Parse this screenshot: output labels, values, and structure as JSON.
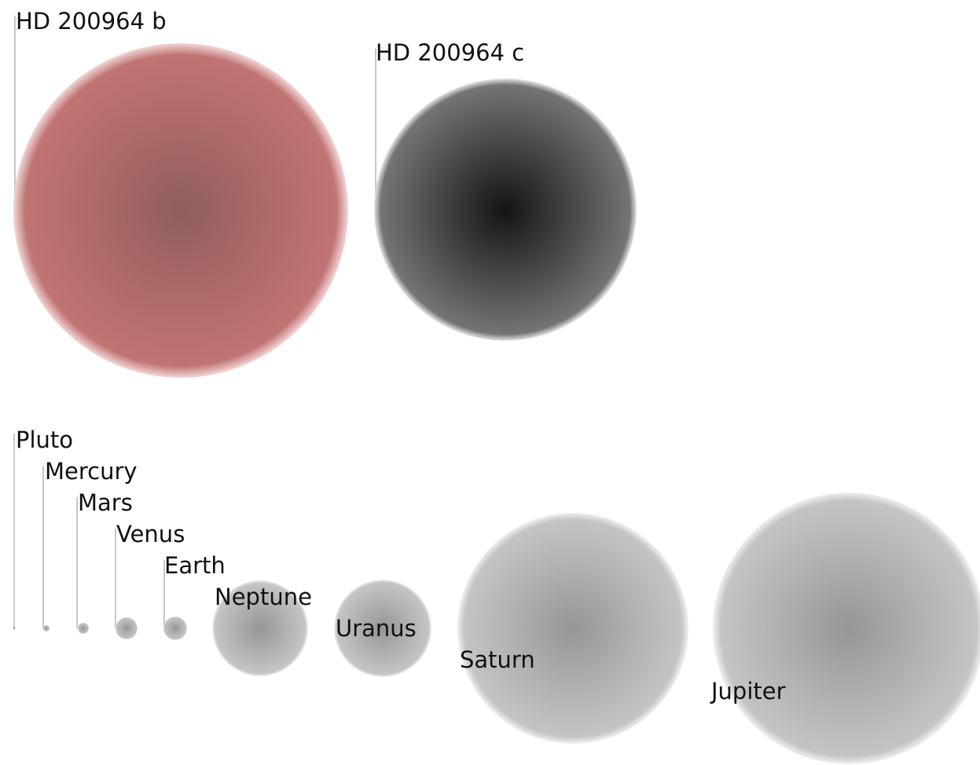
{
  "exoplanets": [
    {
      "id": "hd200964b",
      "label": "HD 200964 b",
      "color": "#c06a6a",
      "center_color": "#8a5a5a",
      "edge_color": "#f0c8c8"
    },
    {
      "id": "hd200964c",
      "label": "HD 200964 c",
      "color": "#6a6a6a",
      "center_color": "#141414",
      "edge_color": "#dcdcdc"
    }
  ],
  "solar_system": [
    {
      "id": "pluto",
      "label": "Pluto"
    },
    {
      "id": "mercury",
      "label": "Mercury"
    },
    {
      "id": "mars",
      "label": "Mars"
    },
    {
      "id": "venus",
      "label": "Venus"
    },
    {
      "id": "earth",
      "label": "Earth"
    },
    {
      "id": "neptune",
      "label": "Neptune"
    },
    {
      "id": "uranus",
      "label": "Uranus"
    },
    {
      "id": "saturn",
      "label": "Saturn"
    },
    {
      "id": "jupiter",
      "label": "Jupiter"
    }
  ],
  "colors": {
    "solar_center": "#999999",
    "solar_edge": "#c4c4c4",
    "label_text": "#111111",
    "leader_line": "#c8c8c8",
    "background": "#ffffff"
  }
}
